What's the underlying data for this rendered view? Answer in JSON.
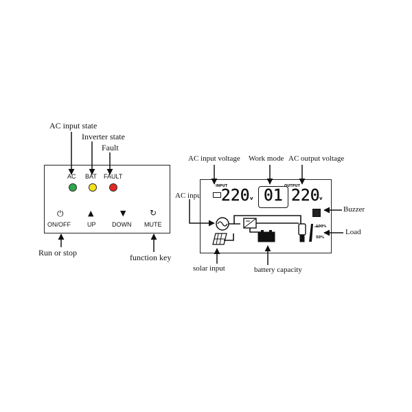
{
  "panel": {
    "labels": {
      "ac_input_state": "AC input state",
      "inverter_state": "Inverter state",
      "fault": "Fault",
      "run_or_stop": "Run or stop",
      "function_key": "function key"
    },
    "leds": [
      {
        "label": "AC",
        "color": "#2ea84a"
      },
      {
        "label": "BAT",
        "color": "#f2e21a"
      },
      {
        "label": "FAULT",
        "color": "#e02a22"
      }
    ],
    "buttons": [
      {
        "label": "ON/OFF",
        "icon": "power-icon"
      },
      {
        "label": "UP",
        "icon": "triangle-up-icon"
      },
      {
        "label": "DOWN",
        "icon": "triangle-down-icon"
      },
      {
        "label": "MUTE",
        "icon": "refresh-icon"
      }
    ]
  },
  "lcd": {
    "callouts": {
      "ac_input_voltage": "AC input voltage",
      "work_mode": "Work mode",
      "ac_output_voltage": "AC output voltage",
      "ac_input": "AC input",
      "buzzer": "Buzzer",
      "load": "Load",
      "solar_input": "solar input",
      "battery_capacity": "battery capacity"
    },
    "input_tag": "INPUT",
    "output_tag": "OUTPUT",
    "input_voltage": "220",
    "mode_value": "01",
    "output_voltage": "220",
    "volt_unit": "v",
    "load_levels": [
      "100%",
      "50%"
    ]
  }
}
